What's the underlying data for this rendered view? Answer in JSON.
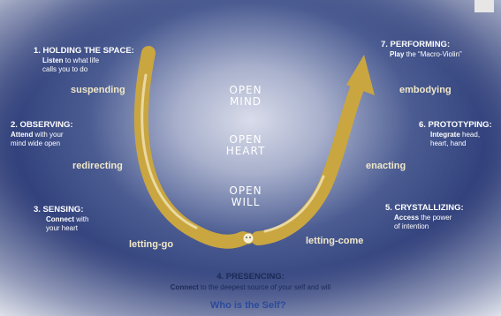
{
  "stages": {
    "s1": {
      "title": "1. HOLDING THE SPACE:",
      "verb": "Listen",
      "rest_line1": " to what life",
      "line2": "calls you to do"
    },
    "s2": {
      "title": "2. OBSERVING:",
      "verb": "Attend",
      "rest_line1": " with your",
      "line2": "mind wide open"
    },
    "s3": {
      "title": "3. SENSING:",
      "verb": "Connect",
      "rest_line1": " with",
      "line2": "your heart"
    },
    "s4": {
      "title": "4. PRESENCING:",
      "verb": "Connect",
      "rest_line1": " to the deepest source of your self and will"
    },
    "s5": {
      "title": "5. CRYSTALLIZING:",
      "verb": "Access",
      "rest_line1": " the power",
      "line2": "of intention"
    },
    "s6": {
      "title": "6. PROTOTYPING:",
      "verb": "Integrate",
      "rest_line1": " head,",
      "line2": "heart, hand"
    },
    "s7": {
      "title": "7. PERFORMING:",
      "verb": "Play",
      "rest_line1": " the “Macro-Violin”"
    }
  },
  "keywords": {
    "suspending": "suspending",
    "redirecting": "redirecting",
    "letting_go": "letting-go",
    "letting_come": "letting-come",
    "enacting": "enacting",
    "embodying": "embodying"
  },
  "open": {
    "mind": [
      "OPEN",
      "MIND"
    ],
    "heart": [
      "OPEN",
      "HEART"
    ],
    "will": [
      "OPEN",
      "WILL"
    ]
  },
  "question": "Who is the Self?",
  "colors": {
    "arrow": "#c9a640",
    "arrow_light": "#f3e6b8",
    "background": "#2f3f7d",
    "question": "#2b4a9c"
  }
}
